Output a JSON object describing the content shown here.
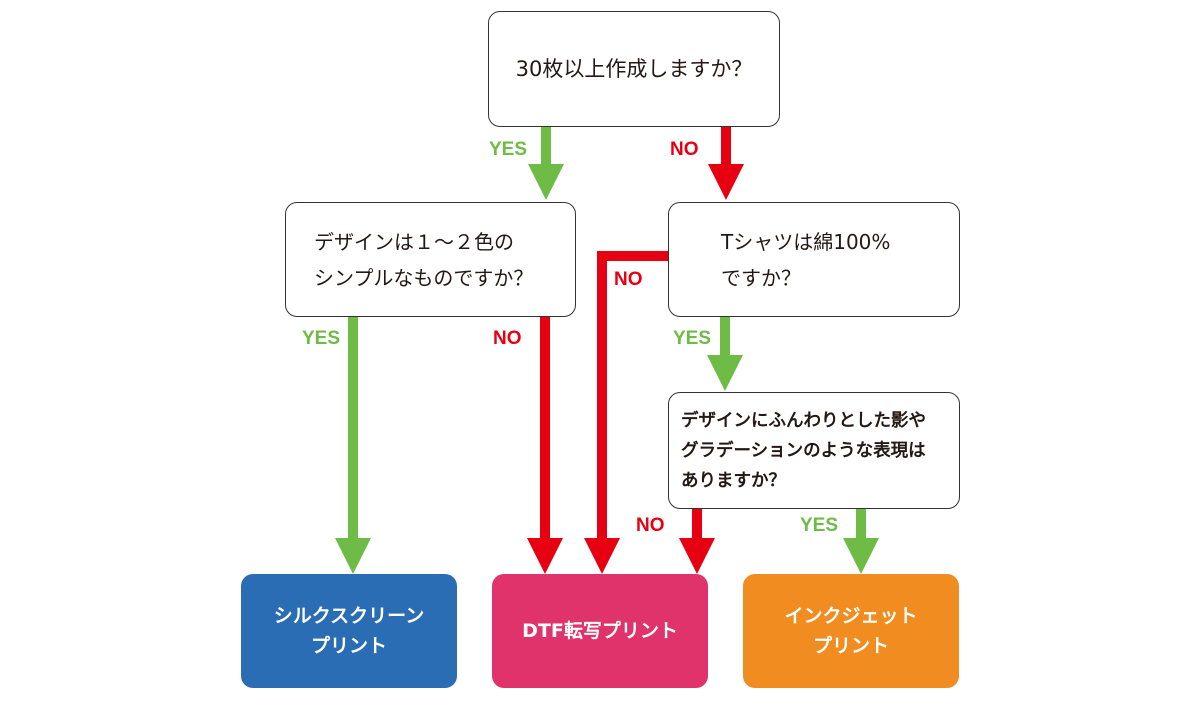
{
  "questions": {
    "q1": "30枚以上作成しますか？",
    "q2": "デザインは１〜２色の\nシンプルなものですか？",
    "q3": "Tシャツは綿100%\nですか？",
    "q4": "デザインにふんわりとした影や\nグラデーションのような表現は\nありますか？"
  },
  "results": {
    "silkscreen": "シルクスクリーン\nプリント",
    "dtf": "DTF転写プリント",
    "inkjet": "インクジェット\nプリント"
  },
  "labels": {
    "yes": "YES",
    "no": "NO"
  },
  "colors": {
    "yes_arrow": "#6ebb45",
    "no_arrow": "#e60012",
    "yes_text": "#6ebb45",
    "no_text": "#e60012",
    "silkscreen_box": "#2a6db5",
    "dtf_box": "#e0336c",
    "inkjet_box": "#f08c20",
    "box_border": "#333333"
  }
}
